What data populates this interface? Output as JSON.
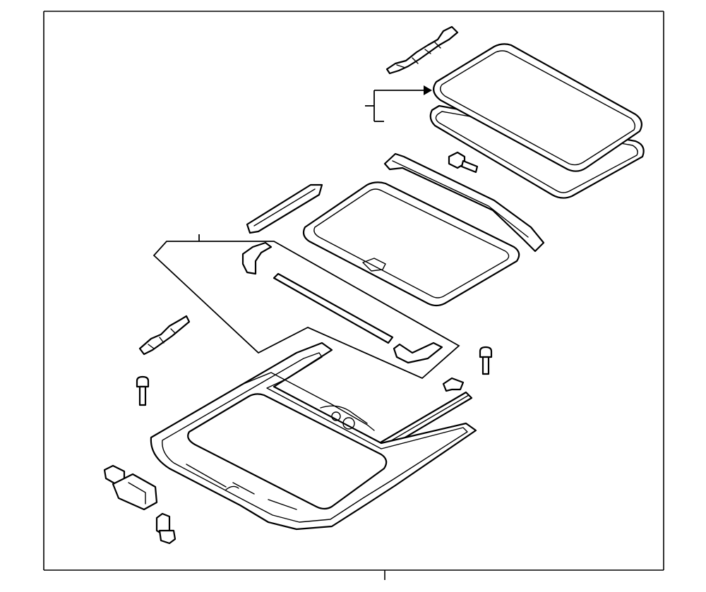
{
  "diagram": {
    "type": "exploded-parts-view",
    "parts": [
      {
        "name": "glass-panel-bracket"
      },
      {
        "name": "glass-panel"
      },
      {
        "name": "glass-panel-seal"
      },
      {
        "name": "glass-panel-bolt"
      },
      {
        "name": "deflector-assembly"
      },
      {
        "name": "sunshade-bracket"
      },
      {
        "name": "sunshade-panel"
      },
      {
        "name": "guide-rail-kit"
      },
      {
        "name": "drain-tube-bracket"
      },
      {
        "name": "frame-screw-left"
      },
      {
        "name": "frame-screw-right"
      },
      {
        "name": "cable-guide-clip"
      },
      {
        "name": "guide-rail-cable"
      },
      {
        "name": "sunroof-frame"
      },
      {
        "name": "drive-motor"
      },
      {
        "name": "motor-bolt"
      }
    ],
    "callouts": []
  }
}
